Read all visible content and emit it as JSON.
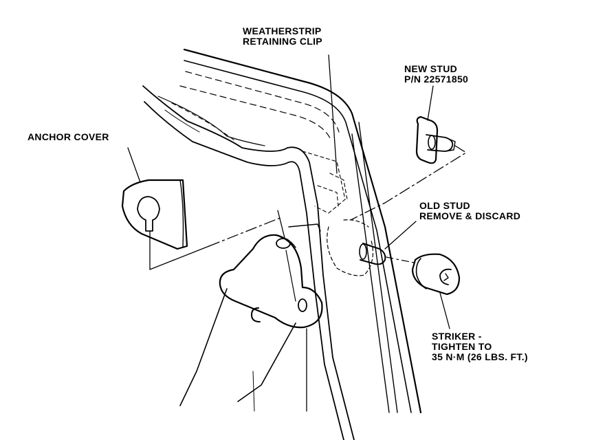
{
  "labels": {
    "weatherstrip_clip": [
      "WEATHERSTRIP",
      "RETAINING CLIP"
    ],
    "new_stud": [
      "NEW STUD",
      "P/N 22571850"
    ],
    "anchor_cover": [
      "ANCHOR COVER"
    ],
    "old_stud": [
      "OLD STUD",
      "REMOVE & DISCARD"
    ],
    "striker": [
      "STRIKER -",
      "TIGHTEN TO",
      "35 N·M (26 LBS. FT.)"
    ]
  },
  "colors": {
    "ink": "#000000",
    "paper": "#ffffff"
  }
}
